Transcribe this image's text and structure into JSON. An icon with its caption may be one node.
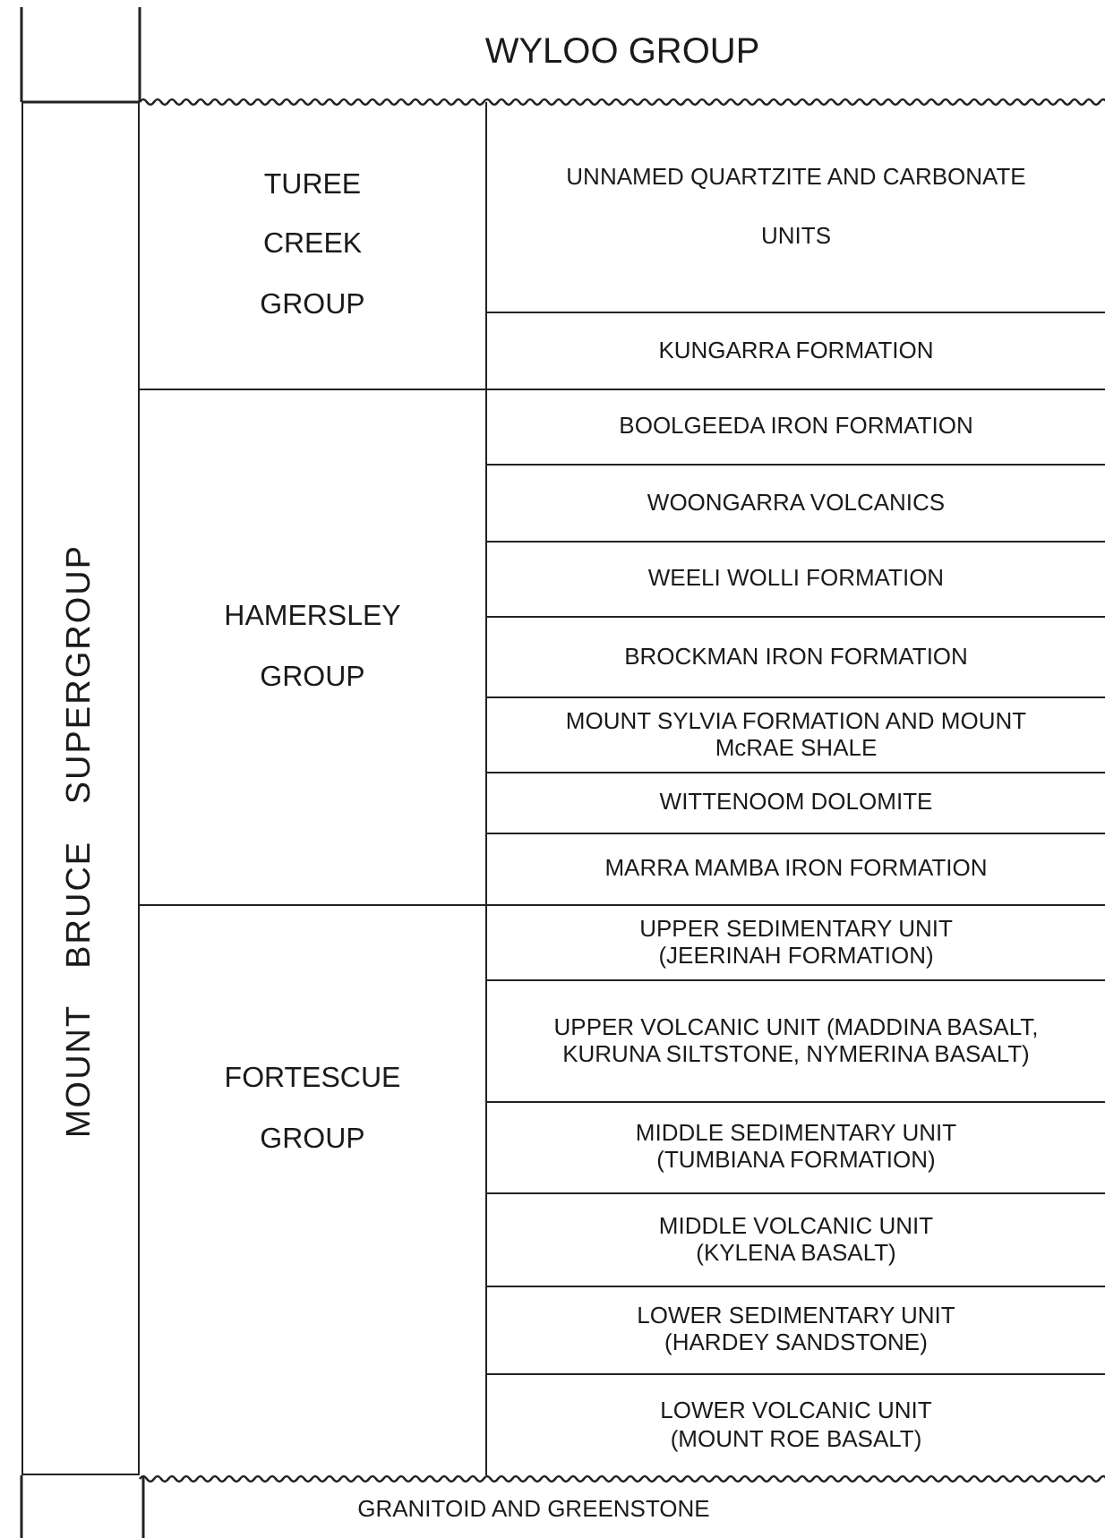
{
  "diagram": {
    "nodes": [
      {
        "text": [
          "WYLOO GROUP"
        ]
      },
      {
        "text": [
          "MOUNT BRUCE SUPERGROUP"
        ]
      },
      {
        "text": [
          "TUREE CREEK GROUP"
        ]
      },
      {
        "text": [
          "UNNAMED QUARTZITE AND CARBONATE UNITS"
        ]
      },
      {
        "text": [
          "KUNGARRA FORMATION"
        ]
      },
      {
        "text": [
          "HAMERSLEY GROUP"
        ]
      },
      {
        "text": [
          "BOOLGEEDA IRON FORMATION"
        ]
      },
      {
        "text": [
          "WOONGARRA VOLCANICS"
        ]
      },
      {
        "text": [
          "WEELI WOLLI FORMATION"
        ]
      },
      {
        "text": [
          "BROCKMAN IRON FORMATION"
        ]
      },
      {
        "text": [
          "MOUNT SYLVIA FORMATION AND MOUNT McRAE SHALE"
        ]
      },
      {
        "text": [
          "WITTENOOM DOLOMITE"
        ]
      },
      {
        "text": [
          "MARRA MAMBA IRON FORMATION"
        ]
      },
      {
        "text": [
          "FORTESCUE GROUP"
        ]
      },
      {
        "text": [
          "UPPER SEDIMENTARY UNIT (JEERINAH FORMATION)"
        ]
      },
      {
        "text": [
          "UPPER VOLCANIC UNIT (MADDINA BASALT, KURUNA SILTSTONE, NYMERINA BASALT)"
        ]
      },
      {
        "text": [
          "MIDDLE SEDIMENTARY UNIT (TUMBIANA FORMATION)"
        ]
      },
      {
        "text": [
          "MIDDLE VOLCANIC UNIT (KYLENA BASALT)"
        ]
      },
      {
        "text": [
          "LOWER SEDIMENTARY UNIT (HARDEY SANDSTONE)"
        ]
      },
      {
        "text": [
          "LOWER VOLCANIC UNIT (MOUNT ROE BASALT)"
        ]
      },
      {
        "text": [
          "GRANITOID AND GREENSTONE"
        ]
      }
    ]
  }
}
